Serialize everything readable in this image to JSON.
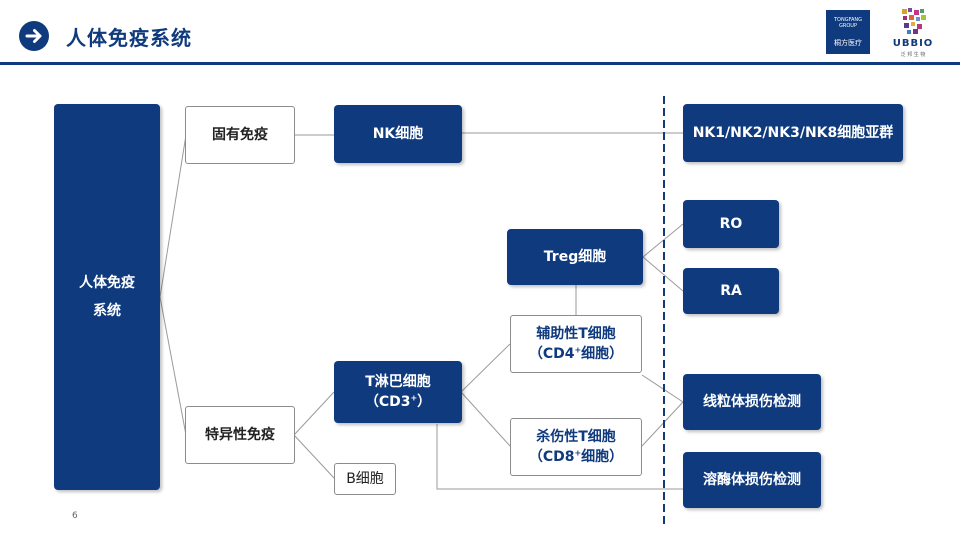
{
  "header": {
    "title": "人体免疫系统",
    "logo_left_en": "TONGFANG GROUP",
    "logo_left_cn": "桐方医疗",
    "logo_right_word": "UBBIO",
    "logo_right_cn": "泛 邦 生 物"
  },
  "diagram": {
    "root_line1": "人体免疫",
    "root_line2": "系统",
    "innate": "固有免疫",
    "adaptive": "特异性免疫",
    "nk": "NK细胞",
    "t_cell_line1": "T淋巴细胞",
    "t_cell_line2_pre": "（CD3",
    "t_cell_line2_sup": "+",
    "t_cell_line2_post": "）",
    "b_cell": "B细胞",
    "treg": "Treg细胞",
    "helper_line1": "辅助性T细胞",
    "helper_line2_pre": "（CD4",
    "helper_line2_sup": "+",
    "helper_line2_post": "细胞）",
    "killer_line1": "杀伤性T细胞",
    "killer_line2_pre": "（CD8",
    "killer_line2_sup": "+",
    "killer_line2_post": "细胞）",
    "nk_subsets": "NK1/NK2/NK3/NK8细胞亚群",
    "ro": "RO",
    "ra": "RA",
    "mito": "线粒体损伤检测",
    "lyso": "溶酶体损伤检测"
  },
  "page_number": "6",
  "colors": {
    "primary": "#0f3a7d",
    "line": "#9a9a9a",
    "divider": "#0f3a7d"
  }
}
